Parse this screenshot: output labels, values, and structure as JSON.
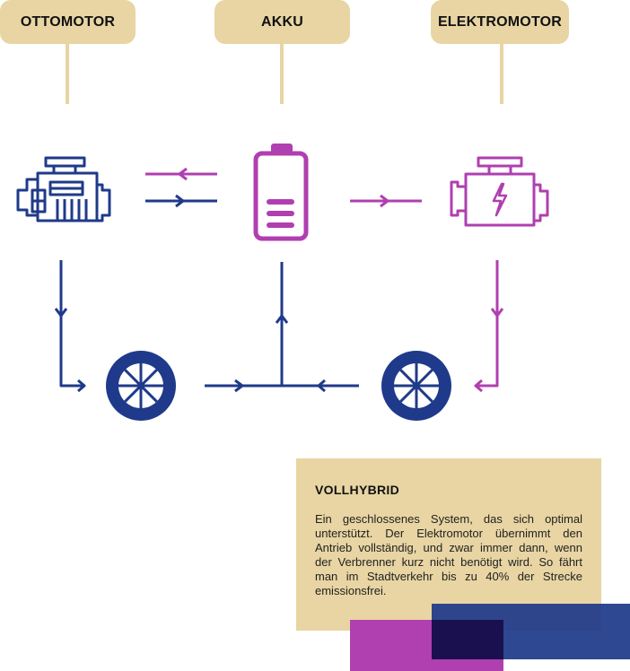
{
  "labels": {
    "ottomotor": "OTTOMOTOR",
    "akku": "AKKU",
    "elektromotor": "ELEKTROMOTOR"
  },
  "info": {
    "title": "VOLLHYBRID",
    "text": "Ein geschlossenes System, das sich optimal unterstützt. Der Elektromotor übernimmt den Antrieb vollständig, und zwar immer dann, wenn der Verbrenner kurz nicht benötigt wird. So fährt man im Stadtverkehr bis zu 40% der Strecke emissionsfrei."
  },
  "icons": [
    "engine-icon",
    "battery-icon",
    "electric-motor-icon",
    "wheel-icon"
  ],
  "colors": {
    "navy": "#1f3a8a",
    "purple": "#b03fb0",
    "beige": "#e8d5a3",
    "connector": "#e8d5a3"
  }
}
